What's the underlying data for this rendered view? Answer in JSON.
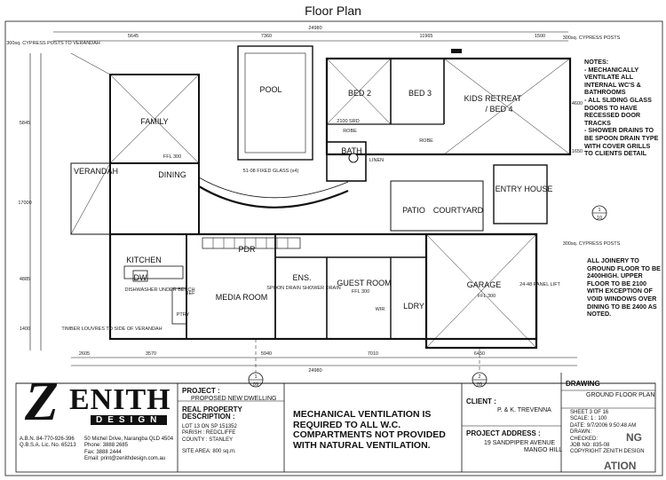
{
  "page_title": "Floor Plan",
  "dims": {
    "overall_top": "24980",
    "d1": "5645",
    "d2": "7360",
    "d3": "11965",
    "d4": "1500",
    "overall_bottom": "24980",
    "b1": "2605",
    "b2": "3570",
    "b3": "5940",
    "b4": "7010",
    "b5": "6450",
    "left1": "5845",
    "left2": "17000",
    "left3": "4885",
    "left4": "1400",
    "right1": "4600",
    "right2": "1650"
  },
  "rooms": {
    "pool": "POOL",
    "family": "FAMILY",
    "verandah": "VERANDAH",
    "dining": "DINING",
    "bed2": "BED 2",
    "bed3": "BED 3",
    "kids_retreat": "KIDS RETREAT",
    "bed4": "/ BED 4",
    "bath": "BATH",
    "patio": "PATIO",
    "courtyard": "COURTYARD",
    "entry_house": "ENTRY HOUSE",
    "kitchen": "KITCHEN",
    "dw": "DW",
    "media_room": "MEDIA ROOM",
    "pdr": "PDR",
    "ens": "ENS.",
    "guest_room": "GUEST ROOM",
    "ldry": "LDRY",
    "garage": "GARAGE",
    "ptry": "PTRY",
    "ref": "REF",
    "wir": "WIR"
  },
  "labels": {
    "robe": "ROBE",
    "linen": "LINEN",
    "ffl": "FFL 300",
    "srd": "2100 SRD",
    "cypress_tl": "300sq. CYPRESS POSTS TO VERANDAH",
    "cypress_tr": "300sq. CYPRESS POSTS",
    "cypress_r": "300sq. CYPRESS POSTS",
    "fixed_glass": "51-08 FIXED GLASS (x4)",
    "dishwasher": "DISHWASHER UNDER BENCH",
    "timber_louvres": "TIMBER LOUVRES TO SIDE OF VERANDAH",
    "spoon_drain": "SPOON DRAIN SHOWER DRAIN",
    "panel_lift": "24-48 PANEL LIFT",
    "section_a": "1",
    "section_a_sub": "09",
    "section_b": "2",
    "section_b_sub": "09",
    "section_c": "1",
    "section_c_sub": "10"
  },
  "notes_top": [
    "NOTES:",
    "- MECHANICALLY VENTILATE ALL INTERNAL WC'S & BATHROOMS",
    "- ALL SLIDING GLASS DOORS TO HAVE RECESSED DOOR TRACKS",
    "- SHOWER DRAINS TO BE SPOON DRAIN TYPE WITH COVER GRILLS TO CLIENTS DETAIL"
  ],
  "notes_joinery": "ALL JOINERY TO GROUND FLOOR TO BE 2400HIGH. UPPER FLOOR TO BE 2100 WITH EXCEPTION OF VOID WINDOWS OVER DINING TO BE 2400 AS NOTED.",
  "title_block": {
    "company_z": "Z",
    "company_rest": "ENITH",
    "company_design": "DESIGN",
    "abn": "A.B.N. 84-770-926-396",
    "qbsa": "Q.B.S.A. Lic. No. 65213",
    "address": "50 Michel Drive, Narangba QLD 4504",
    "phone": "Phone: 3888 2685",
    "fax": "Fax: 3888 2444",
    "email": "Email: print@zenithdesign.com.au",
    "project_label": "PROJECT :",
    "project": "PROPOSED NEW DWELLING",
    "rp_label": "REAL PROPERTY DESCRIPTION :",
    "lot": "LOT 13 ON SP 151352",
    "parish": "PARISH : REDCLIFFE",
    "county": "COUNTY : STANLEY",
    "site_area": "SITE AREA: 800 sq.m.",
    "mech_vent": "MECHANICAL VENTILATION IS REQUIRED TO ALL W.C. COMPARTMENTS NOT PROVIDED WITH NATURAL VENTILATION.",
    "client_label": "CLIENT :",
    "client": "P. & K. TREVENNA",
    "addr_label": "PROJECT ADDRESS :",
    "addr1": "19 SANDPIPER AVENUE",
    "addr2": "MANGO HILL",
    "drawing_label": "DRAWING",
    "drawing": "GROUND FLOOR PLAN",
    "sheet": "SHEET 3 OF 16",
    "scale": "SCALE: 1 : 100",
    "date": "DATE: 9/7/2006 9:50:48 AM",
    "drawn": "DRAWN:",
    "checked": "CHECKED:",
    "job": "JOB NO: 835-08",
    "copyright": "COPYRIGHT ZENITH DESIGN",
    "stamp1": "NG",
    "stamp2": "ATION"
  }
}
